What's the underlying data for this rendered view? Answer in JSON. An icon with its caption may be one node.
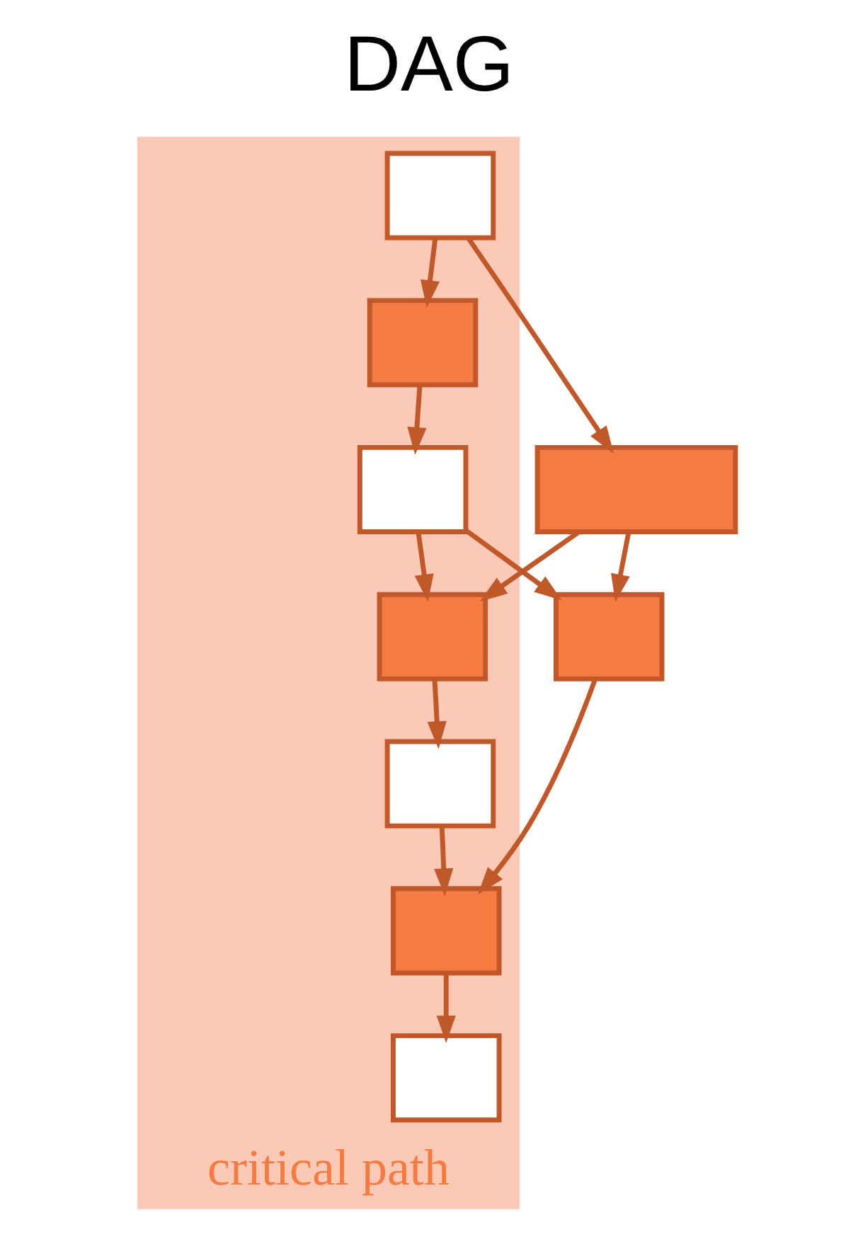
{
  "diagram": {
    "title": "DAG",
    "nodes": [
      {
        "text": [],
        "shape": "band",
        "beside": [
          "critical path"
        ]
      },
      {
        "text": [],
        "shape": "box",
        "in": 0
      },
      {
        "text": [],
        "shape": "box",
        "in": 0
      },
      {
        "text": [],
        "shape": "box"
      },
      {
        "text": [],
        "shape": "box",
        "in": 0
      },
      {
        "text": [],
        "shape": "box",
        "in": 0
      },
      {
        "text": [],
        "shape": "box"
      },
      {
        "text": [],
        "shape": "box",
        "in": 0
      },
      {
        "text": [],
        "shape": "box",
        "in": 0
      },
      {
        "text": [],
        "shape": "box",
        "in": 0
      }
    ],
    "edges": [
      {
        "from": 1,
        "to": 2,
        "arrow": "to"
      },
      {
        "from": 1,
        "to": 3,
        "arrow": "to"
      },
      {
        "from": 2,
        "to": 4,
        "arrow": "to"
      },
      {
        "from": 4,
        "to": 5,
        "arrow": "to"
      },
      {
        "from": 4,
        "to": 6,
        "arrow": "to"
      },
      {
        "from": 3,
        "to": 5,
        "arrow": "to"
      },
      {
        "from": 3,
        "to": 6,
        "arrow": "to"
      },
      {
        "from": 5,
        "to": 7,
        "arrow": "to"
      },
      {
        "from": 7,
        "to": 8,
        "arrow": "to"
      },
      {
        "from": 6,
        "to": 8,
        "arrow": "to"
      },
      {
        "from": 8,
        "to": 9,
        "arrow": "to"
      }
    ]
  }
}
